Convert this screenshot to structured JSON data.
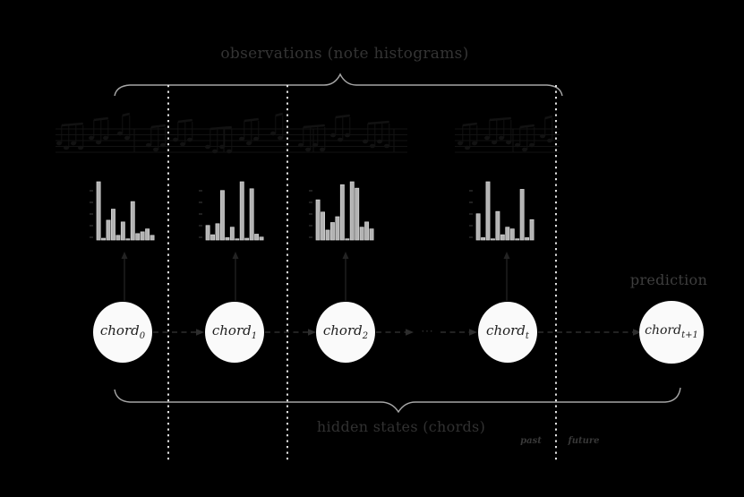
{
  "title": "observations (note histograms)",
  "bottom_label": "hidden states (chords)",
  "prediction_label": "prediction",
  "past_label": "past",
  "future_label": "future",
  "ellipsis": "⋯",
  "colors": {
    "background": "#000000",
    "title_text": "#343434",
    "bottom_text": "#313131",
    "prediction_text": "#3e3e3e",
    "past_future_text": "#383838",
    "brace": "#a6a6a6",
    "dotted_line": "#ebebeb",
    "bar_fill": "#b3b3b3",
    "bar_stroke": "#d6d6d6",
    "axis_tick": "#3f3f3f",
    "circle_fill": "#fafafa",
    "circle_text": "#1f1f1f",
    "dashed_arrow": "#2d2d2d",
    "vertical_arrow": "#232323",
    "sheet_music": "#121212"
  },
  "nodes": [
    {
      "base": "chord",
      "sub": "0"
    },
    {
      "base": "chord",
      "sub": "1"
    },
    {
      "base": "chord",
      "sub": "2"
    },
    {
      "base": "chord",
      "sub": "t"
    },
    {
      "base": "chord",
      "sub": "t+1"
    }
  ],
  "chart_data": [
    {
      "type": "bar",
      "title": "",
      "xlabel": "",
      "ylabel": "",
      "ylim": [
        0,
        1
      ],
      "values": [
        1.0,
        0.03,
        0.34,
        0.53,
        0.08,
        0.31,
        0.02,
        0.66,
        0.11,
        0.14,
        0.19,
        0.08
      ]
    },
    {
      "type": "bar",
      "title": "",
      "xlabel": "",
      "ylabel": "",
      "ylim": [
        0,
        1
      ],
      "values": [
        0.25,
        0.09,
        0.28,
        0.85,
        0.04,
        0.22,
        0.02,
        1.0,
        0.03,
        0.88,
        0.1,
        0.05
      ]
    },
    {
      "type": "bar",
      "title": "",
      "xlabel": "",
      "ylabel": "",
      "ylim": [
        0,
        1
      ],
      "values": [
        0.69,
        0.48,
        0.17,
        0.3,
        0.4,
        0.95,
        0.02,
        1.0,
        0.89,
        0.22,
        0.31,
        0.19
      ]
    },
    {
      "type": "bar",
      "title": "",
      "xlabel": "",
      "ylabel": "",
      "ylim": [
        0,
        1
      ],
      "values": [
        0.45,
        0.04,
        1.0,
        0.02,
        0.49,
        0.09,
        0.22,
        0.19,
        0.02,
        0.87,
        0.04,
        0.35
      ]
    }
  ]
}
